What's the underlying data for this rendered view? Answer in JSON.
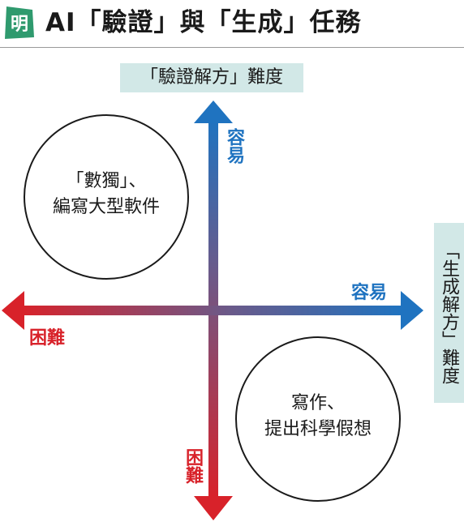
{
  "header": {
    "title": "AI「驗證」與「生成」任務",
    "logo_char": "明",
    "logo_color": "#2f9a6e"
  },
  "badges": {
    "top": "「驗證解方」難度",
    "right": "「生成解方」難度"
  },
  "axis": {
    "top_label": "容易",
    "right_label": "容易",
    "left_label": "困難",
    "bottom_label": "困難",
    "easy_color": "#1f73c0",
    "hard_color": "#d8222a"
  },
  "circles": {
    "top_left_line1": "「數獨」、",
    "top_left_line2": "編寫大型軟件",
    "bottom_right_line1": "寫作、",
    "bottom_right_line2": "提出科學假想"
  }
}
